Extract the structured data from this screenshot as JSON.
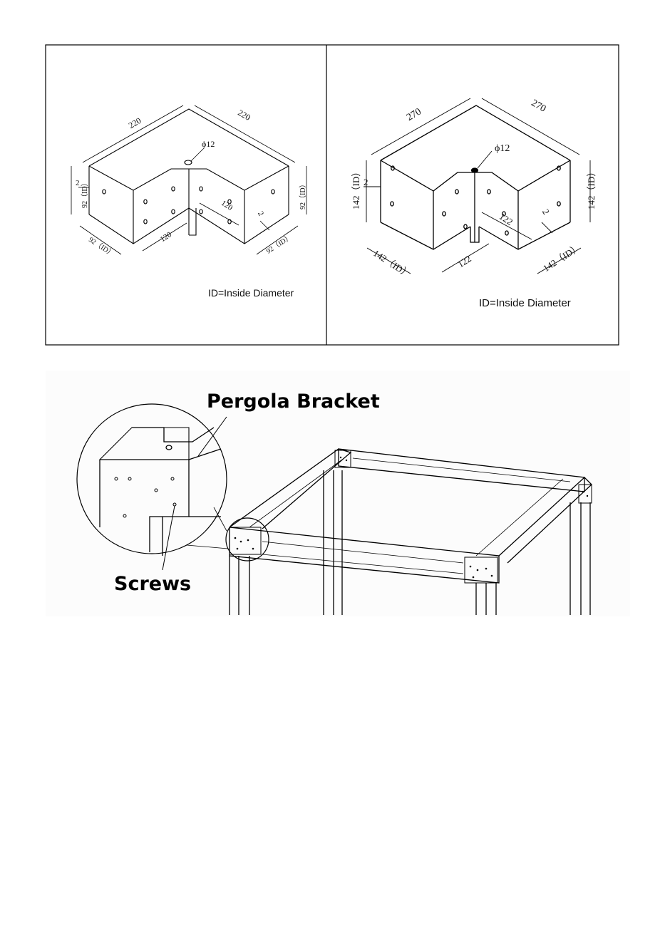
{
  "small_bracket": {
    "arm_length_left": "220",
    "arm_length_right": "220",
    "hole_diameter": "ϕ12",
    "inner_left_height": "92（ID）",
    "inner_right_height": "92（ID）",
    "thickness_left": "2",
    "thickness_right": "2",
    "inner_width_left": "92（ID）",
    "inner_width_right": "92（ID）",
    "inner_arm_left": "120",
    "inner_arm_right": "120",
    "note": "ID=Inside Diameter"
  },
  "large_bracket": {
    "arm_length_left": "270",
    "arm_length_right": "270",
    "hole_diameter": "ϕ12",
    "inner_left_height": "142（ID）",
    "inner_right_height": "142（ID）",
    "thickness_left": "2",
    "thickness_right": "2",
    "inner_width_left": "142（ID）",
    "inner_width_right": "142（ID）",
    "inner_arm_left": "122",
    "inner_arm_right": "122",
    "note": "ID=Inside Diameter"
  },
  "illustration": {
    "bracket_label": "Pergola Bracket",
    "screws_label": "Screws"
  }
}
